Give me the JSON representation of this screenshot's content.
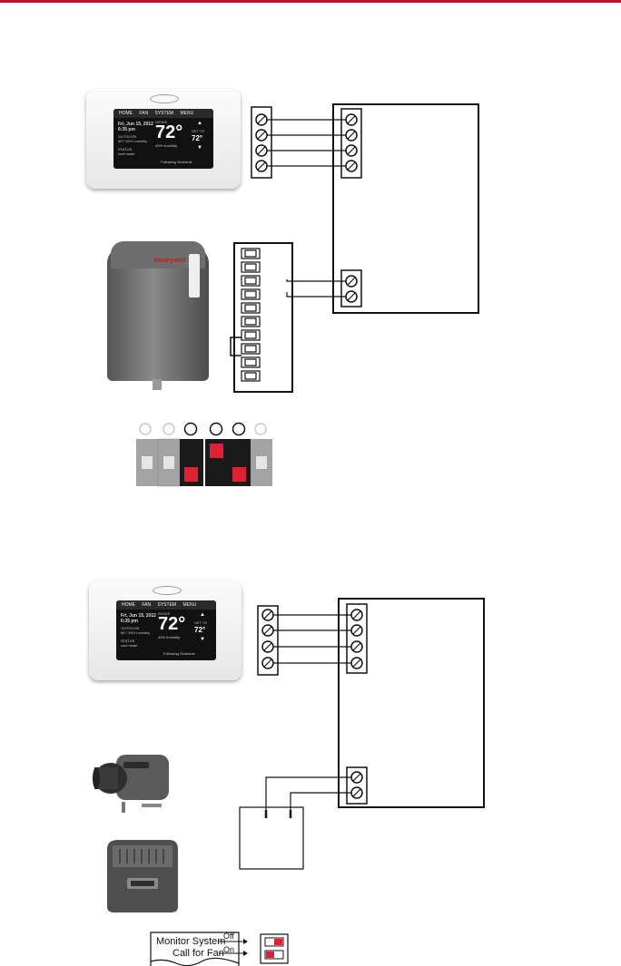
{
  "colors": {
    "accent_red": "#e21f36",
    "bar_red": "#c8102e",
    "switch_gray": "#a3a3a3",
    "switch_black": "#1a1a1a"
  },
  "thermostat_screen": {
    "menu": [
      "HOME",
      "FAN",
      "SYSTEM",
      "MENU"
    ],
    "date": "Fri, Jun 15, 2012",
    "time": "6:35 pm",
    "outdoor_label": "OUTDOOR",
    "outdoor_value": "86°/ 55% humidity",
    "status_label": "STATUS",
    "status_value": "cool mode",
    "inside_label": "INSIDE",
    "inside_temp": "72°",
    "inside_humidity": "40% humidity",
    "set_to_label": "SET TO",
    "set_temp": "72°",
    "schedule": "Following Schedule"
  },
  "humidifier_brand": "Honeywell",
  "dip_switches": {
    "count": 6,
    "enabled_circles": [
      3,
      4,
      5
    ],
    "positions": [
      "off",
      "off",
      "down",
      "up",
      "down",
      "off"
    ]
  },
  "legend": {
    "line1": "Monitor System",
    "line1_state": "Off",
    "line2": "Call for Fan",
    "line2_state": "On"
  }
}
